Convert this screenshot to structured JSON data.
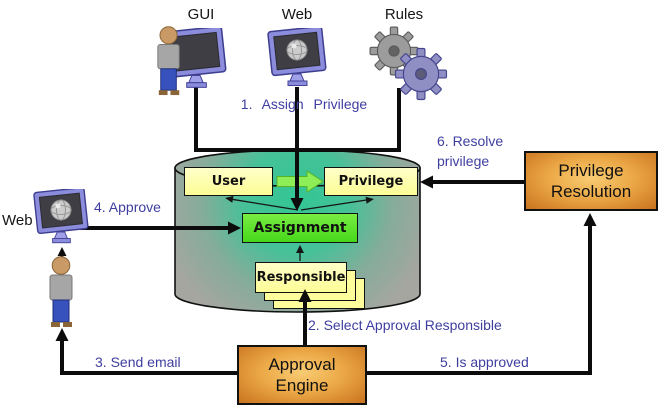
{
  "diagram": {
    "sources": [
      {
        "id": "gui",
        "label": "GUI",
        "icon": "person-at-monitor-icon"
      },
      {
        "id": "web",
        "label": "Web",
        "icon": "globe-monitor-icon"
      },
      {
        "id": "rules",
        "label": "Rules",
        "icon": "gears-icon"
      }
    ],
    "approver": {
      "label": "Web",
      "icon": "globe-monitor-icon",
      "person_icon": "person-icon"
    },
    "database": {
      "entities": {
        "user": "User",
        "privilege": "Privilege",
        "assignment": "Assignment",
        "responsible": "Responsible"
      }
    },
    "components": {
      "privilege_resolution": {
        "line1": "Privilege",
        "line2": "Resolution"
      },
      "approval_engine": {
        "line1": "Approval",
        "line2": "Engine"
      }
    },
    "steps": {
      "s1": "1. Assign Privilege",
      "s2": "2. Select Approval Responsible",
      "s3": "3. Send email",
      "s4": "4. Approve",
      "s5": "5. Is approved",
      "s6": "6. Resolve privilege"
    },
    "colors": {
      "step_label": "#3e3ea0",
      "entity_fill": "#fdfd9b",
      "assignment_fill": "#55e02a",
      "component_center": "#f2bc60",
      "component_edge": "#c9731f",
      "cylinder_green": "#33c694",
      "cylinder_gray": "#a6a6a0",
      "arrow": "#000000"
    }
  }
}
